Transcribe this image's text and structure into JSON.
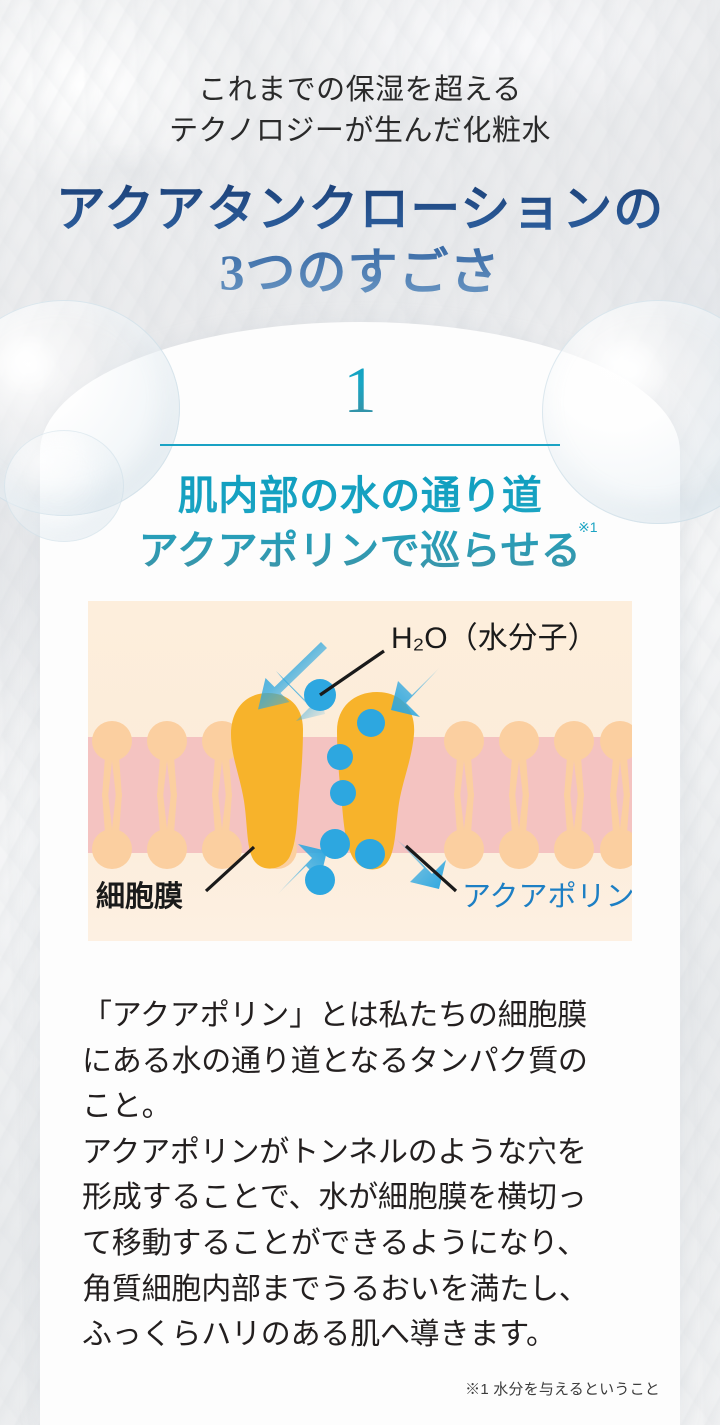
{
  "header": {
    "lede": "これまでの保湿を超える\nテクノロジーが生んだ化粧水",
    "brand_title": "アクアタンクローションの\n3つのすごさ"
  },
  "section": {
    "number": "1",
    "heading": "肌内部の水の通り道\nアクアポリンで巡らせる",
    "heading_note": "※1"
  },
  "diagram": {
    "labels": {
      "h2o": "H₂O（水分子）",
      "cell_membrane": "細胞膜",
      "aquaporin": "アクアポリン"
    },
    "colors": {
      "panel_bg": "#fdeedc",
      "membrane_band": "#f4c4c2",
      "lipid_head": "#fbcfa0",
      "aquaporin_protein": "#f7b32b",
      "water_molecule": "#2da7e0",
      "arrow": "#2da7e0",
      "label_dark": "#1a1a1a",
      "label_blue": "#1d7fc4"
    }
  },
  "body": {
    "paragraph": "「アクアポリン」とは私たちの細胞膜\nにある水の通り道となるタンパク質の\nこと。\nアクアポリンがトンネルのような穴を\n形成することで、水が細胞膜を横切っ\nて移動することができるようになり、\n角質細胞内部までうるおいを満たし、\nふっくらハリのある肌へ導きます。"
  },
  "footnote": {
    "text": "※1 水分を与えるということ"
  },
  "theme": {
    "title_navy": "#1b3f76",
    "title_blue": "#2d5f9e",
    "accent_teal": "#1aa4c3",
    "page_bg": "#f1f2f3",
    "panel_white": "#fdfdfd",
    "body_text": "#231f1f"
  }
}
